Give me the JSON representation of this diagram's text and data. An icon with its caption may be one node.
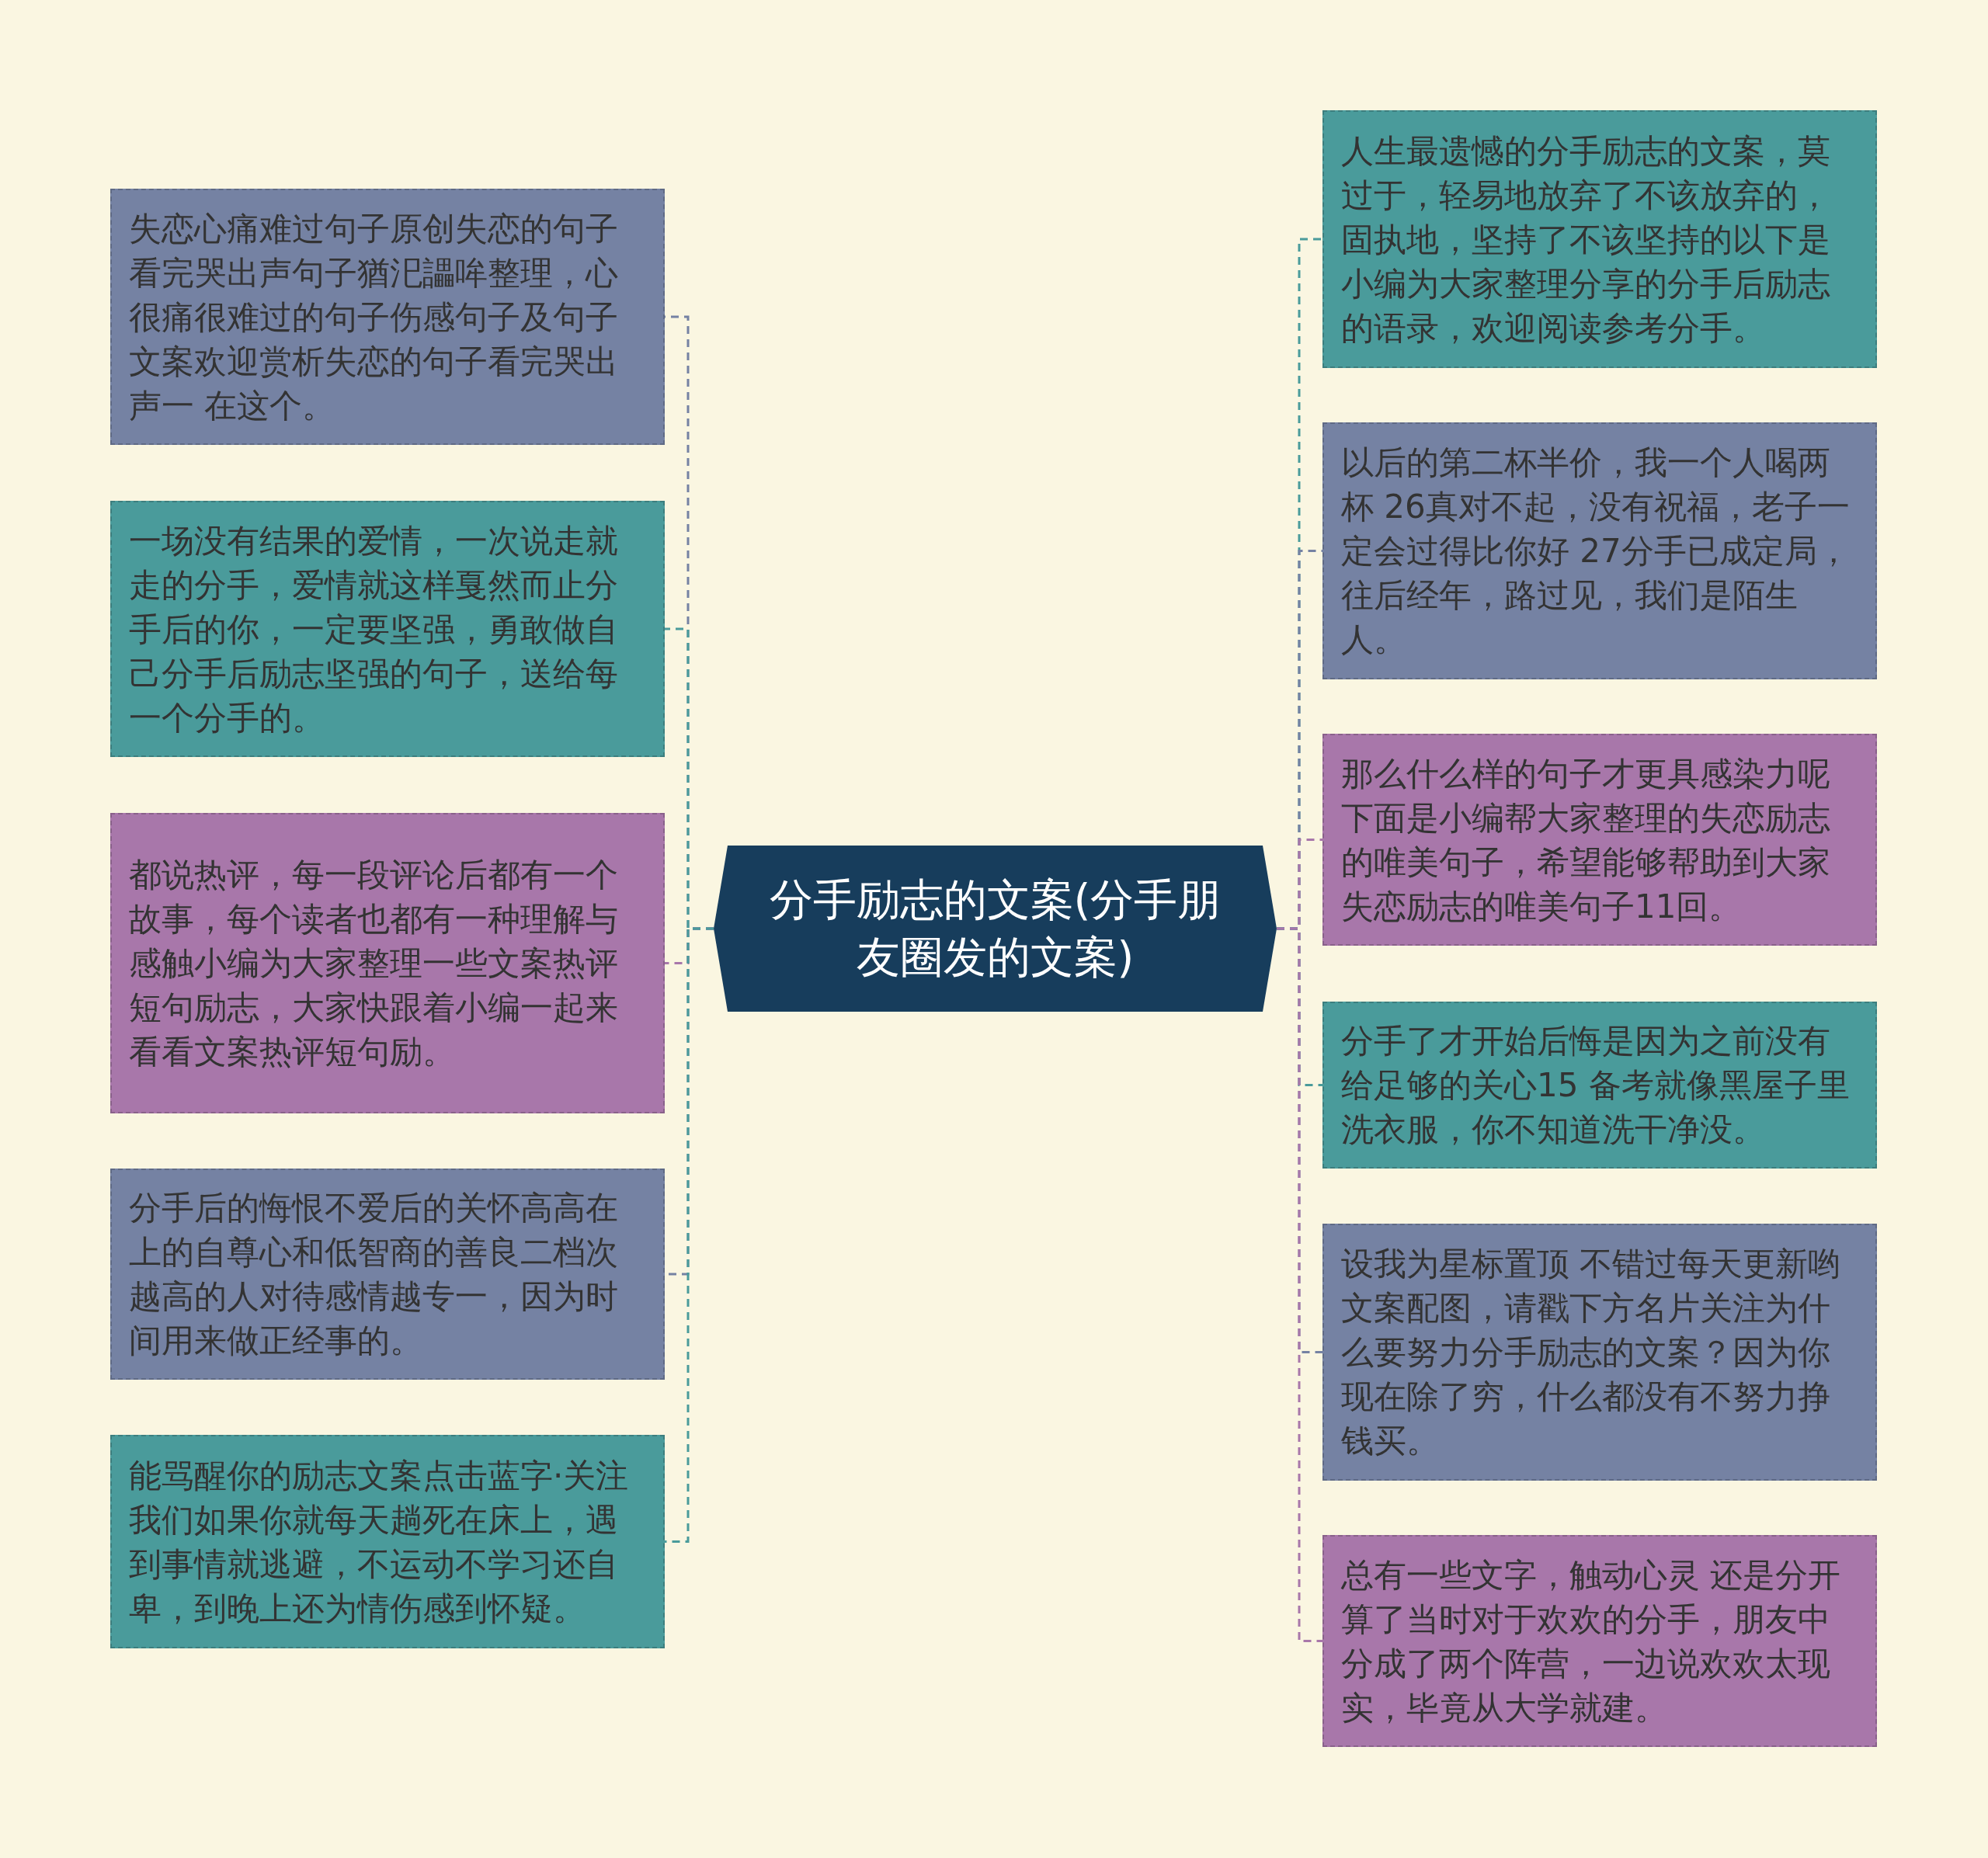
{
  "diagram": {
    "nodes": [
      {
        "text": [
          "分手励志的文案(分手朋友圈发的文案)"
        ]
      },
      {
        "text": [
          "失恋心痛难过句子原创失恋的句子看完哭出声句子猶汜讄哞整理，心很痛很难过的句子伤感句子及句子文案欢迎赏析失恋的句子看完哭出声一 在这个。"
        ]
      },
      {
        "text": [
          "一场没有结果的爱情，一次说走就走的分手，爱情就这样戛然而止分手后的你，一定要坚强，勇敢做自己分手后励志坚强的句子，送给每一个分手的。"
        ]
      },
      {
        "text": [
          "都说热评，每一段评论后都有一个故事，每个读者也都有一种理解与感触小编为大家整理一些文案热评短句励志，大家快跟着小编一起来看看文案热评短句励。"
        ]
      },
      {
        "text": [
          "分手后的悔恨不爱后的关怀高高在上的自尊心和低智商的善良二档次越高的人对待感情越专一，因为时间用来做正经事的。"
        ]
      },
      {
        "text": [
          "能骂醒你的励志文案点击蓝字·关注我们如果你就每天趟死在床上，遇到事情就逃避，不运动不学习还自卑，到晚上还为情伤感到怀疑。"
        ]
      },
      {
        "text": [
          "人生最遗憾的分手励志的文案，莫过于，轻易地放弃了不该放弃的，固执地，坚持了不该坚持的以下是小编为大家整理分享的分手后励志的语录，欢迎阅读参考分手。"
        ]
      },
      {
        "text": [
          "以后的第二杯半价，我一个人喝两杯 26真对不起，没有祝福，老子一定会过得比你好 27分手已成定局，往后经年，路过见，我们是陌生人。"
        ]
      },
      {
        "text": [
          "那么什么样的句子才更具感染力呢下面是小编帮大家整理的失恋励志的唯美句子，希望能够帮助到大家失恋励志的唯美句子11回。"
        ]
      },
      {
        "text": [
          "分手了才开始后悔是因为之前没有给足够的关心15 备考就像黑屋子里洗衣服，你不知道洗干净没。"
        ]
      },
      {
        "text": [
          "设我为星标置顶 不错过每天更新哟文案配图，请戳下方名片关注为什么要努力分手励志的文案？因为你现在除了穷，什么都没有不努力挣钱买。"
        ]
      },
      {
        "text": [
          "总有一些文字，触动心灵 还是分开算了当时对于欢欢的分手，朋友中分成了两个阵营，一边说欢欢太现实，毕竟从大学就建。"
        ]
      }
    ],
    "edges": [
      {
        "from": 0,
        "to": 1,
        "arrow": "none",
        "style": "dashed",
        "color": "#7582a3"
      },
      {
        "from": 0,
        "to": 2,
        "arrow": "none",
        "style": "dashed",
        "color": "#4a9b9b"
      },
      {
        "from": 0,
        "to": 3,
        "arrow": "none",
        "style": "dashed",
        "color": "#a877aa"
      },
      {
        "from": 0,
        "to": 4,
        "arrow": "none",
        "style": "dashed",
        "color": "#7582a3"
      },
      {
        "from": 0,
        "to": 5,
        "arrow": "none",
        "style": "dashed",
        "color": "#4a9b9b"
      },
      {
        "from": 0,
        "to": 6,
        "arrow": "none",
        "style": "dashed",
        "color": "#4a9b9b"
      },
      {
        "from": 0,
        "to": 7,
        "arrow": "none",
        "style": "dashed",
        "color": "#7582a3"
      },
      {
        "from": 0,
        "to": 8,
        "arrow": "none",
        "style": "dashed",
        "color": "#a877aa"
      },
      {
        "from": 0,
        "to": 9,
        "arrow": "none",
        "style": "dashed",
        "color": "#4a9b9b"
      },
      {
        "from": 0,
        "to": 10,
        "arrow": "none",
        "style": "dashed",
        "color": "#7582a3"
      },
      {
        "from": 0,
        "to": 11,
        "arrow": "none",
        "style": "dashed",
        "color": "#a877aa"
      }
    ]
  }
}
